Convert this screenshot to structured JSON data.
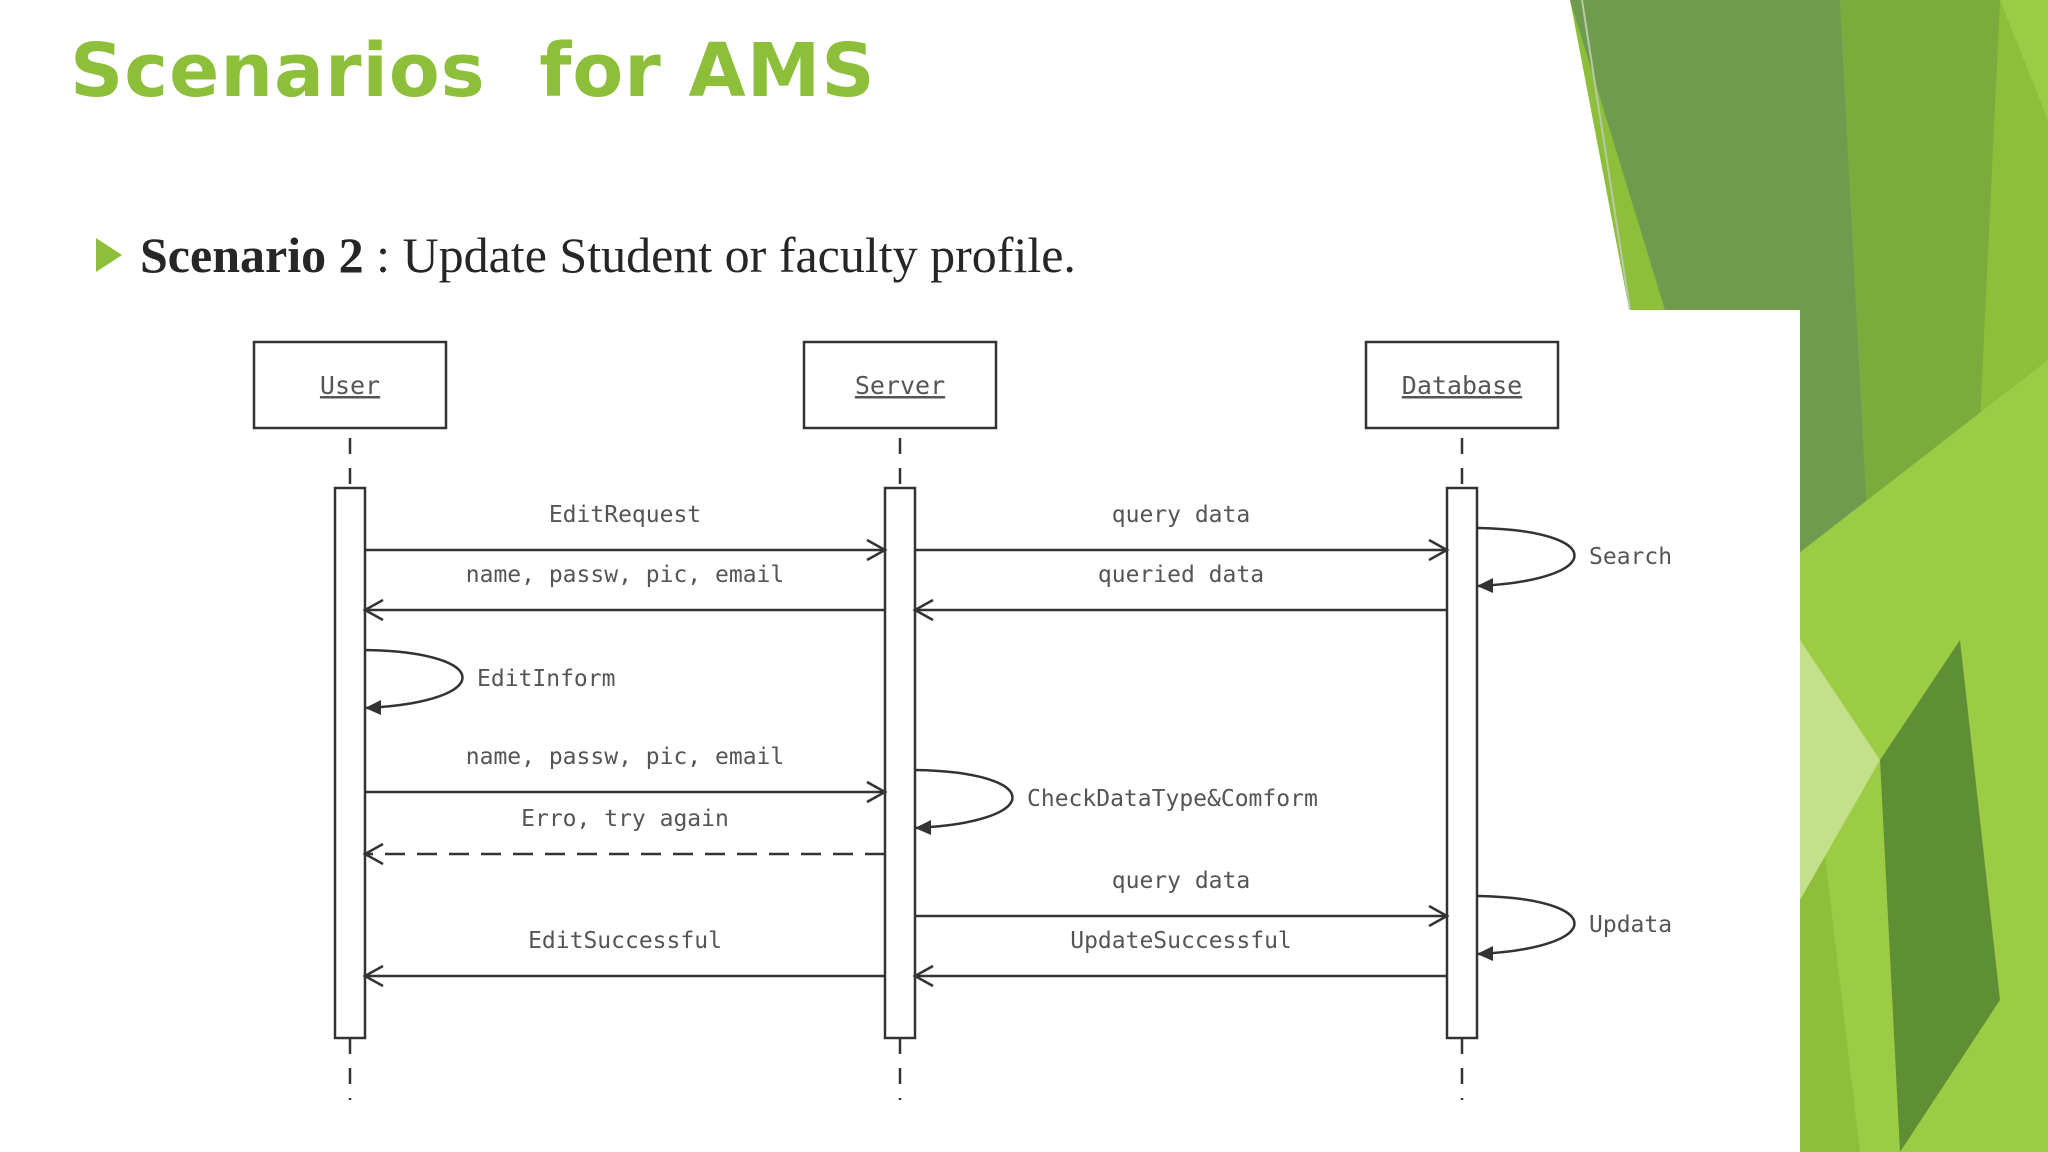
{
  "slide": {
    "title": "Scenarios  for AMS",
    "bullet": {
      "label": "Scenario 2",
      "separator": " : ",
      "text": "Update Student or faculty profile."
    }
  },
  "theme": {
    "accent": "#8dbf3a",
    "dark_green": "#6f9b4f",
    "text_color": "#262626",
    "line_color": "#333333"
  },
  "diagram": {
    "participants": [
      "User",
      "Server",
      "Database"
    ],
    "messages": [
      {
        "from": "User",
        "to": "Server",
        "label": "EditRequest",
        "style": "solid"
      },
      {
        "from": "Server",
        "to": "Database",
        "label": "query data",
        "style": "solid"
      },
      {
        "from": "Database",
        "to": "Database",
        "label": "Search",
        "style": "self"
      },
      {
        "from": "Server",
        "to": "User",
        "label": "name, passw, pic, email",
        "style": "solid"
      },
      {
        "from": "Database",
        "to": "Server",
        "label": "queried data",
        "style": "solid"
      },
      {
        "from": "User",
        "to": "User",
        "label": "EditInform",
        "style": "self"
      },
      {
        "from": "User",
        "to": "Server",
        "label": "name, passw, pic, email",
        "style": "solid"
      },
      {
        "from": "Server",
        "to": "Server",
        "label": "CheckDataType&Comform",
        "style": "self"
      },
      {
        "from": "Server",
        "to": "User",
        "label": "Erro, try again",
        "style": "dashed"
      },
      {
        "from": "Server",
        "to": "Database",
        "label": "query data",
        "style": "solid"
      },
      {
        "from": "Database",
        "to": "Database",
        "label": "Updata",
        "style": "self"
      },
      {
        "from": "Server",
        "to": "User",
        "label": "EditSuccessful",
        "style": "solid"
      },
      {
        "from": "Database",
        "to": "Server",
        "label": "UpdateSuccessful",
        "style": "solid"
      }
    ]
  }
}
